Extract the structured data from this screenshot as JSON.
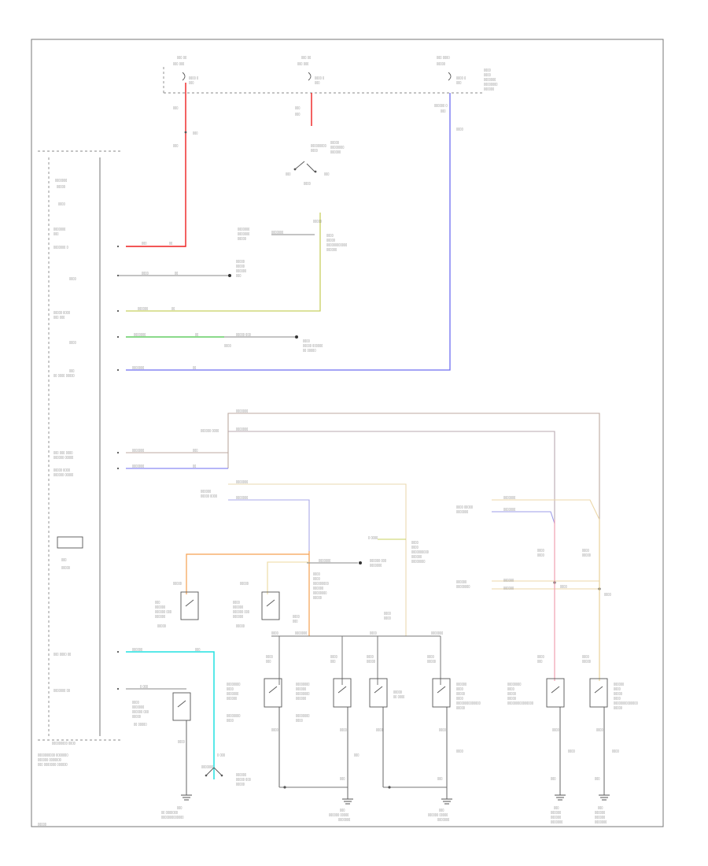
{
  "diagram": {
    "colors": {
      "red": "#ee1f1f",
      "pink": "#f0a0b0",
      "blue": "#6e6ef0",
      "yellow_green": "#c8d060",
      "green": "#45c445",
      "cyan": "#22e0e0",
      "orange": "#f5a050",
      "tan": "#dcc79a",
      "violet": "#b090c0",
      "gray_wire": "#8a8a8a",
      "frame": "#777777"
    },
    "icons": [
      "ground-symbol",
      "switch-contact",
      "connector-dot",
      "splice-point"
    ]
  }
}
